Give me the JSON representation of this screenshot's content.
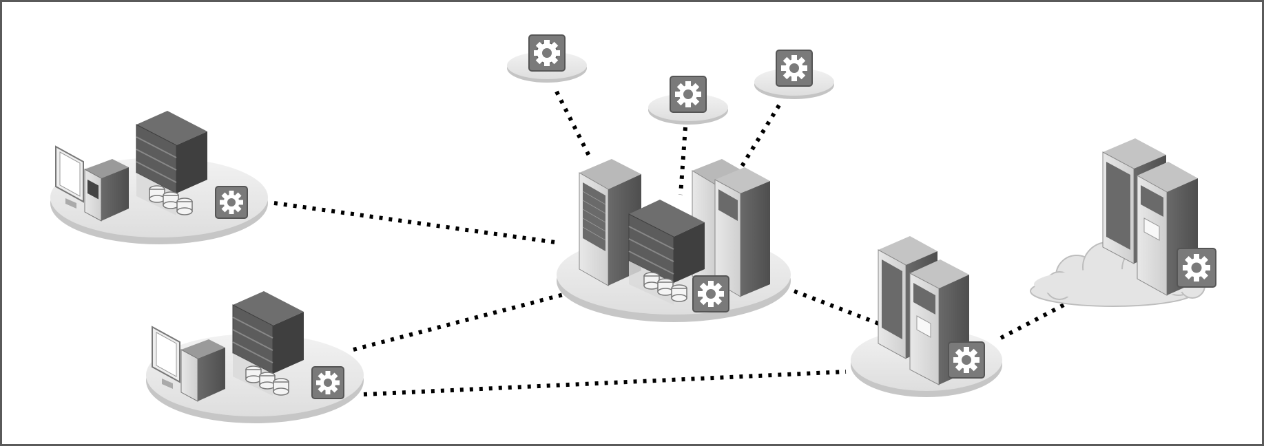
{
  "diagram": {
    "nodes": [
      {
        "id": "site-top-left",
        "type": "site",
        "contains": [
          "workstation",
          "rack-server",
          "storage-disks"
        ],
        "icon": "gear-icon"
      },
      {
        "id": "site-bottom-left",
        "type": "site",
        "contains": [
          "workstation",
          "rack-server",
          "storage-disks"
        ],
        "icon": "gear-icon"
      },
      {
        "id": "central-datacenter",
        "type": "site",
        "contains": [
          "tower-server",
          "rack-server",
          "storage-disks",
          "tower-server-pair"
        ],
        "icon": "gear-icon"
      },
      {
        "id": "service-top-1",
        "type": "service",
        "icon": "gear-icon"
      },
      {
        "id": "service-top-2",
        "type": "service",
        "icon": "gear-icon"
      },
      {
        "id": "service-top-3",
        "type": "service",
        "icon": "gear-icon"
      },
      {
        "id": "site-right",
        "type": "site",
        "contains": [
          "tower-server-pair"
        ],
        "icon": "gear-icon"
      },
      {
        "id": "cloud-site",
        "type": "cloud",
        "contains": [
          "tower-server-pair"
        ],
        "icon": "gear-icon"
      }
    ],
    "links": [
      [
        "site-top-left",
        "central-datacenter"
      ],
      [
        "site-bottom-left",
        "central-datacenter"
      ],
      [
        "site-bottom-left",
        "site-right"
      ],
      [
        "central-datacenter",
        "service-top-1"
      ],
      [
        "central-datacenter",
        "service-top-2"
      ],
      [
        "central-datacenter",
        "service-top-3"
      ],
      [
        "central-datacenter",
        "site-right"
      ],
      [
        "site-right",
        "cloud-site"
      ]
    ],
    "colors": {
      "platform": "#e6e6e6",
      "platform_edge": "#c8c8c8",
      "server_dark": "#5c5c5c",
      "server_light": "#d6d6d6",
      "gear_bg": "#7a7a7a",
      "link": "#000000"
    }
  }
}
